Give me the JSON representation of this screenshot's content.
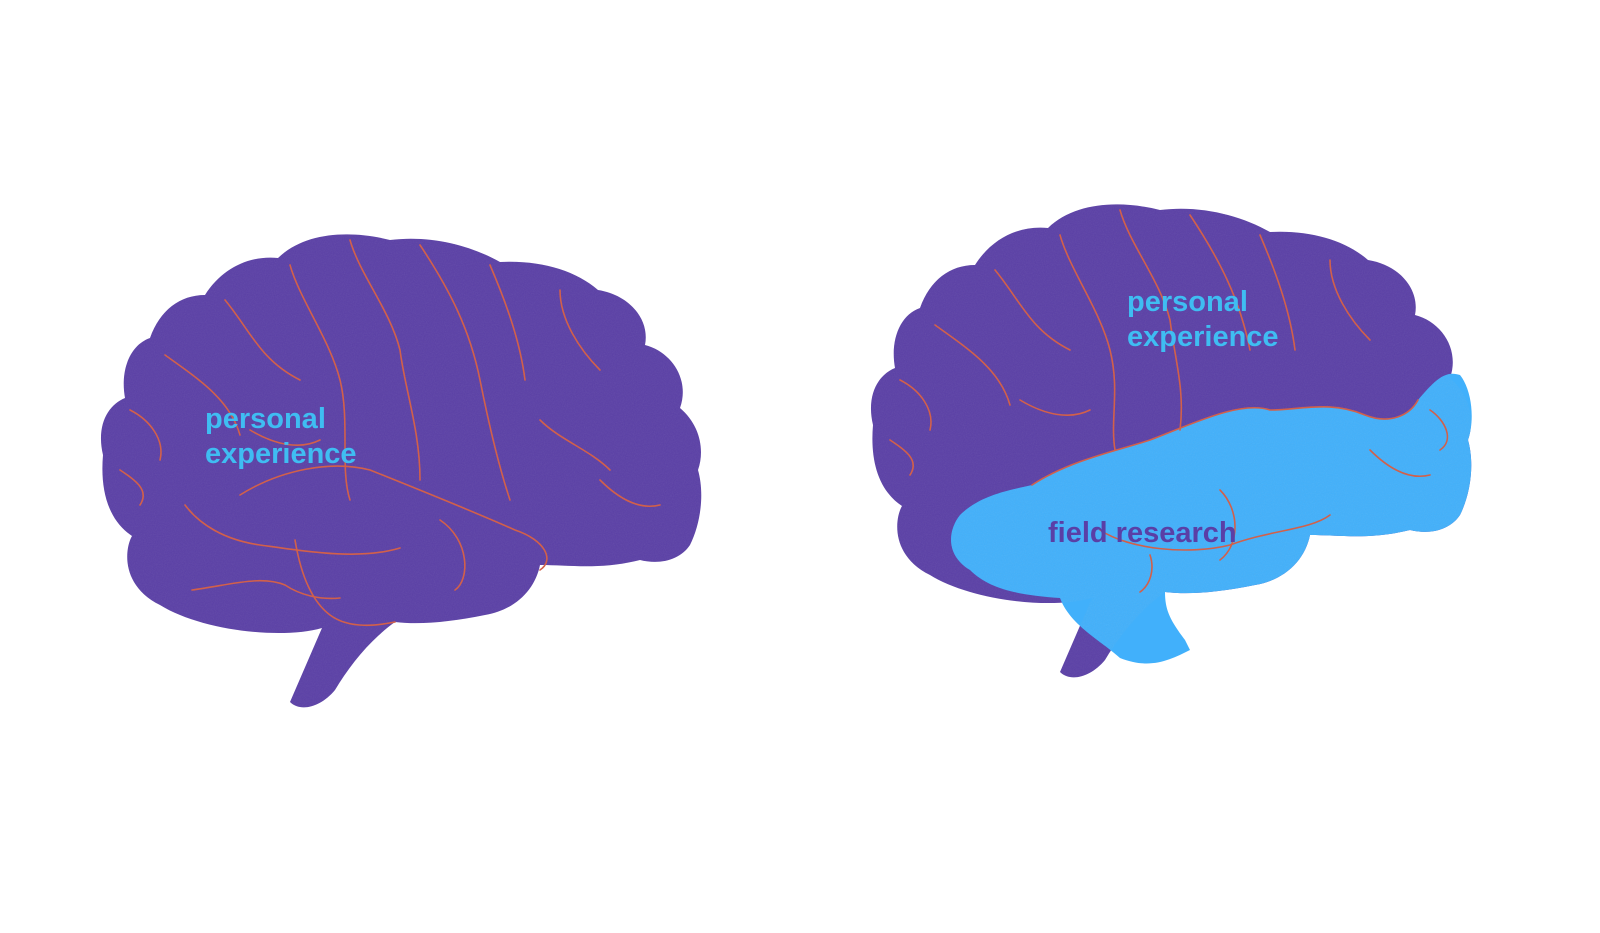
{
  "brains": [
    {
      "regions": [
        {
          "label_lines": [
            "personal",
            "experience"
          ],
          "text_color": "#3fbdf2"
        }
      ]
    },
    {
      "regions": [
        {
          "label_lines": [
            "personal",
            "experience"
          ],
          "text_color": "#3fbdf2"
        },
        {
          "label_lines": [
            "field research"
          ],
          "text_color": "#5a3fa6"
        }
      ]
    }
  ],
  "colors": {
    "background": "#ffffff",
    "brain_purple": "#5a3fa6",
    "highlight_blue": "#41b0fb",
    "sulci_orange": "#d2604a",
    "label_blue": "#3fbdf2",
    "label_purple": "#5a3fa6"
  }
}
